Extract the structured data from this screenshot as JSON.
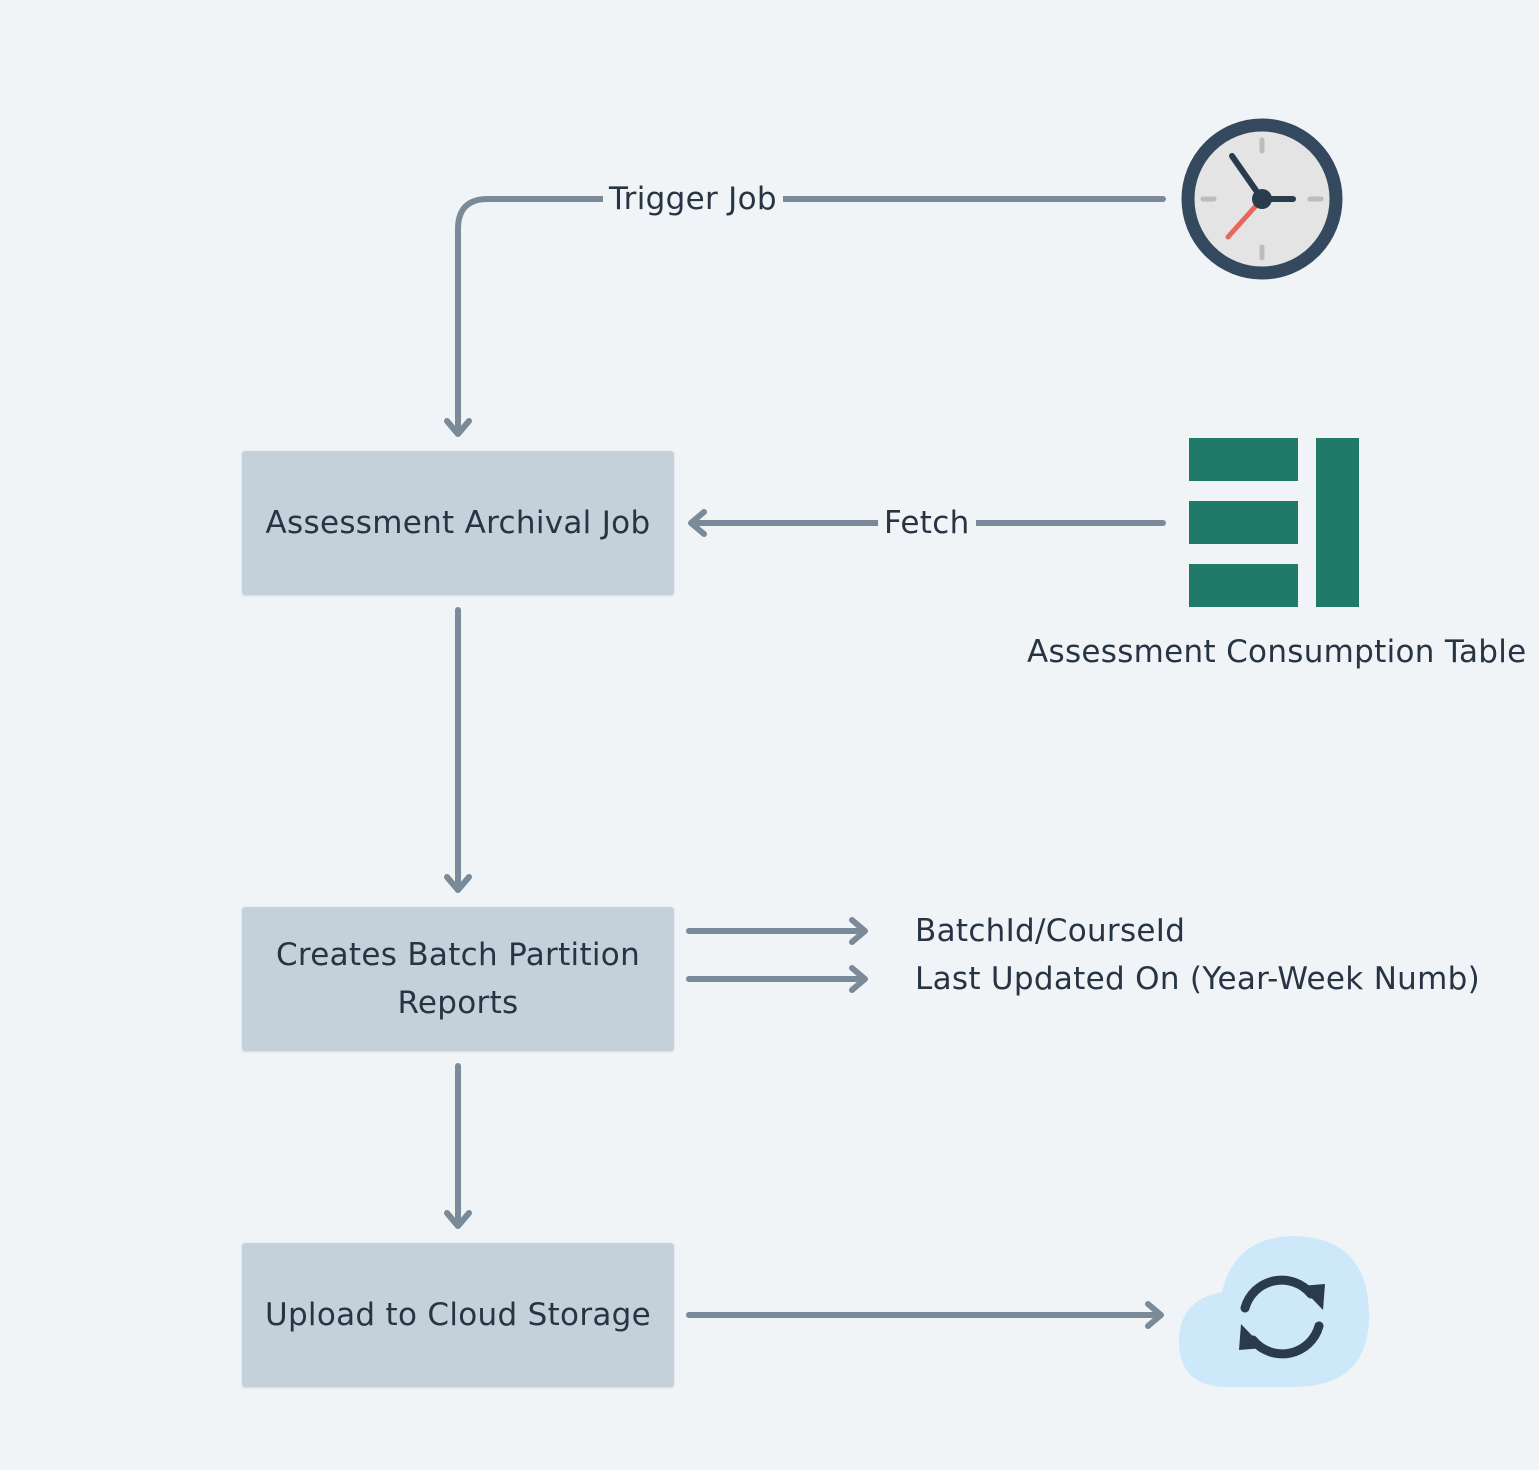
{
  "nodes": {
    "archival_job": {
      "label": "Assessment Archival Job"
    },
    "batch_partition": {
      "label": "Creates Batch Partition Reports"
    },
    "upload_cloud": {
      "label": "Upload to Cloud Storage"
    },
    "consumption_table": {
      "label": "Assessment Consumption Table"
    }
  },
  "edges": {
    "trigger": {
      "label": "Trigger Job"
    },
    "fetch": {
      "label": "Fetch"
    }
  },
  "partition_keys": [
    "BatchId/CourseId",
    "Last Updated On (Year-Week Numb)"
  ],
  "icons": {
    "scheduler": "clock-icon",
    "table": "database-table-icon",
    "cloud": "cloud-sync-icon"
  },
  "colors": {
    "background": "#f0f4f7",
    "box": "#c5d1da",
    "connector": "#7b8a99",
    "text": "#273444",
    "table": "#1f7a6a",
    "cloud": "#cde9f9",
    "clock_rim": "#34495e",
    "clock_face": "#e4e4e4",
    "clock_second_hand": "#e8675b"
  }
}
